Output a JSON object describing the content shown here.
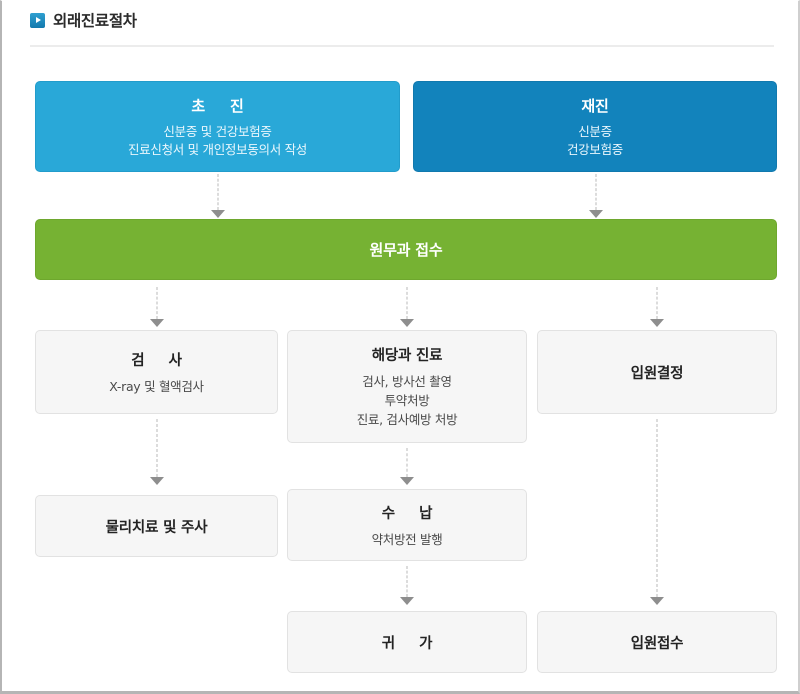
{
  "header": {
    "icon": "play-triangle-icon",
    "title": "외래진료절차"
  },
  "flow": {
    "nodes": [
      {
        "id": "first-visit",
        "name": "node-first-visit",
        "style": "blue-light",
        "title": "초     진",
        "lines": [
          "신분증 및 건강보험증",
          "진료신청서 및 개인정보동의서 작성"
        ]
      },
      {
        "id": "revisit",
        "name": "node-revisit",
        "style": "blue-dark",
        "title": "재진",
        "lines": [
          "신분증",
          "건강보험증"
        ]
      },
      {
        "id": "reception",
        "name": "node-reception",
        "style": "green",
        "title": "원무과 접수",
        "lines": []
      },
      {
        "id": "exam",
        "name": "node-examination",
        "style": "gray",
        "title": "검     사",
        "lines": [
          "X-ray 및 혈액검사"
        ]
      },
      {
        "id": "department",
        "name": "node-department-treatment",
        "style": "gray",
        "title": "해당과 진료",
        "lines": [
          "검사, 방사선 촬영",
          "투약처방",
          "진료, 검사예방 처방"
        ]
      },
      {
        "id": "admission-decision",
        "name": "node-admission-decision",
        "style": "gray",
        "title": "입원결정",
        "lines": []
      },
      {
        "id": "physio",
        "name": "node-physiotherapy-injection",
        "style": "gray",
        "title": "물리치료 및 주사",
        "lines": []
      },
      {
        "id": "payment",
        "name": "node-payment",
        "style": "gray",
        "title": "수     납",
        "lines": [
          "약처방전 발행"
        ]
      },
      {
        "id": "go-home",
        "name": "node-go-home",
        "style": "gray",
        "title": "귀     가",
        "lines": []
      },
      {
        "id": "admission-reception",
        "name": "node-admission-reception",
        "style": "gray",
        "title": "입원접수",
        "lines": []
      }
    ]
  },
  "colors": {
    "blue_light": "#29a8d8",
    "blue_dark": "#1283bc",
    "green": "#76b233",
    "gray_box": "#f6f6f6",
    "gray_border": "#e2e2e2",
    "connector": "#b9b9b9",
    "arrowhead": "#8e8e8e"
  }
}
